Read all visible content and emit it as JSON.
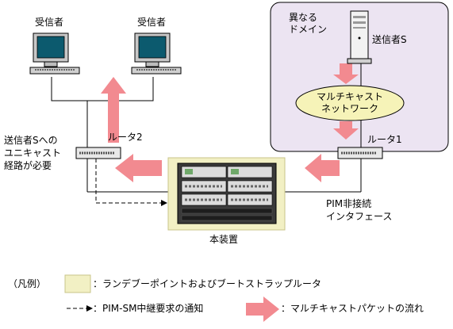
{
  "receivers": {
    "left": "受信者",
    "right": "受信者"
  },
  "domain_box": {
    "title": "異なる\nドメイン",
    "sender": "送信者S",
    "network": "マルチキャスト\nネットワーク"
  },
  "routers": {
    "router1": "ルータ1",
    "router2": "ルータ2"
  },
  "router2_note": "送信者Sへの\nユニキャスト\n経路が必要",
  "device": "本装置",
  "pim_interface": "PIM非接続\nインタフェース",
  "legend": {
    "title": "（凡例）",
    "rp_label": "：ランデブーポイントおよびブートストラップルータ",
    "join_label": "：PIM-SM中継要求の通知",
    "packet_label": "：マルチキャストパケットの流れ"
  },
  "colors": {
    "domain_bg": "#ece4f2",
    "highlight_bg": "#f2f0c4",
    "highlight_border": "#c8c48a",
    "network_bg": "#f6f3b8",
    "arrow": "#f28a90"
  }
}
